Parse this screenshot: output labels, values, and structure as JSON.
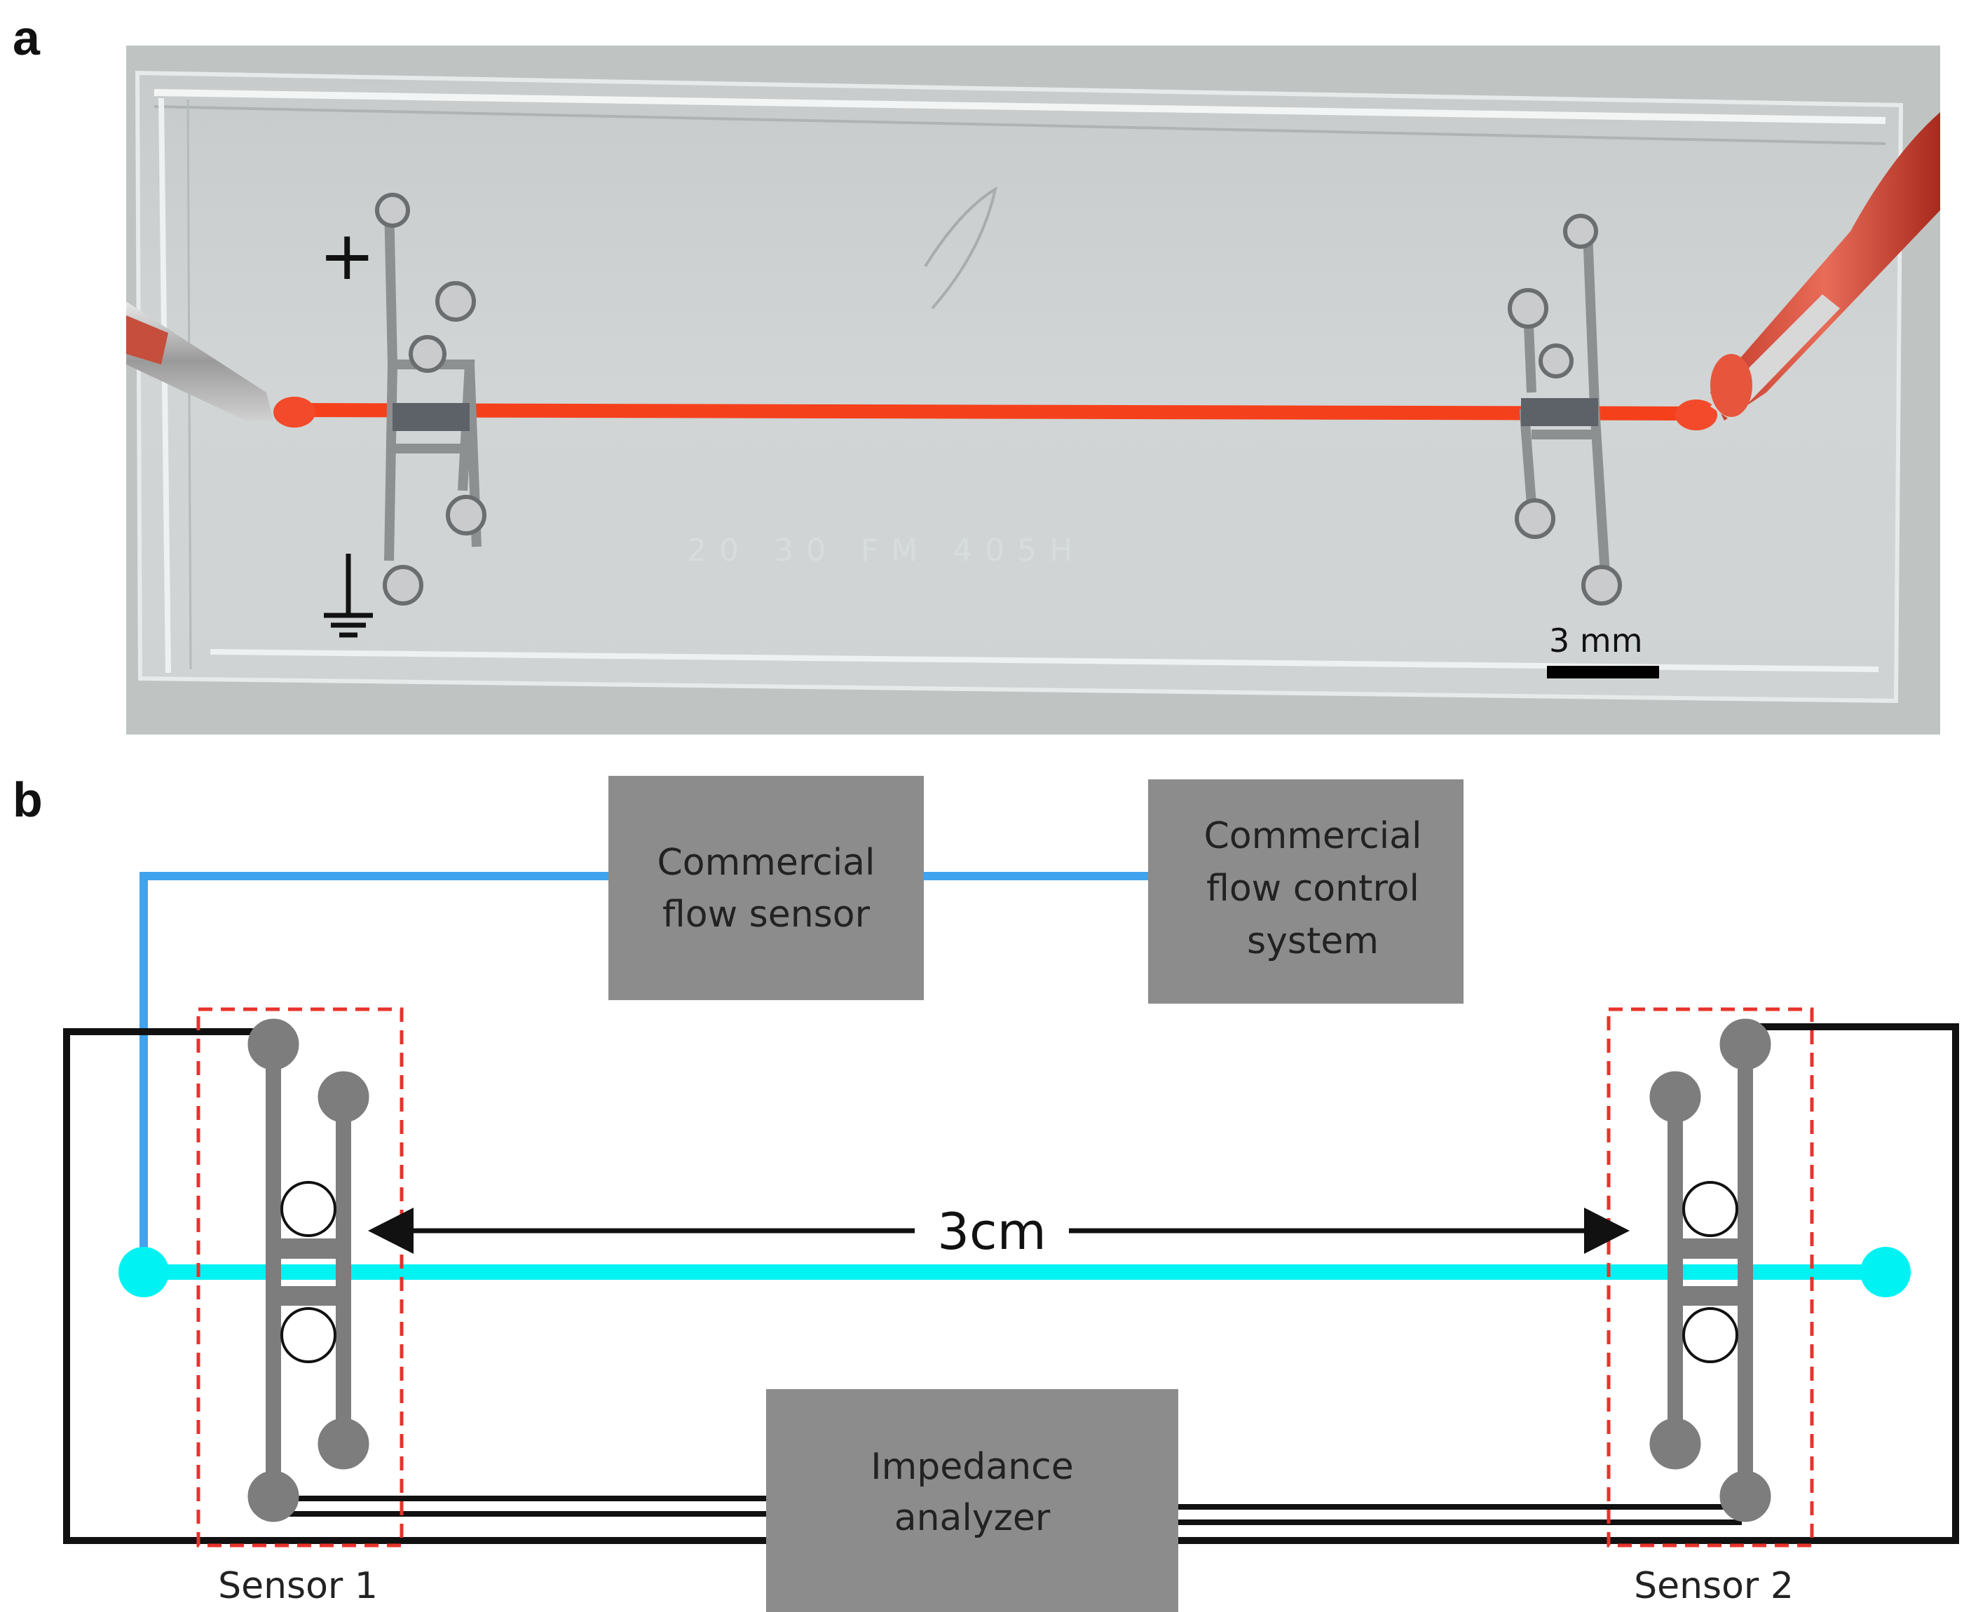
{
  "panel_a": {
    "label": "a",
    "plus_symbol": "+",
    "etched_text": "20 30 FM 405H",
    "scale_bar_label": "3 mm"
  },
  "panel_b": {
    "label": "b",
    "flow_sensor_box": {
      "line1": "Commercial",
      "line2": "flow sensor"
    },
    "flow_control_box": {
      "line1": "Commercial",
      "line2": "flow control",
      "line3": "system"
    },
    "impedance_box": {
      "line1": "Impedance",
      "line2": "analyzer"
    },
    "distance_label": "3cm",
    "sensor1_label": "Sensor 1",
    "sensor2_label": "Sensor 2"
  },
  "colors": {
    "fluid_channel_photo": "#f5401c",
    "fluid_channel_diagram": "#00f2f2",
    "tubing_line": "#3fa3ee",
    "instrument_box": "#8c8c8c",
    "electrode_gray": "#7d7d7d",
    "sensor_outline": "#e8322c",
    "wire": "#111111"
  }
}
